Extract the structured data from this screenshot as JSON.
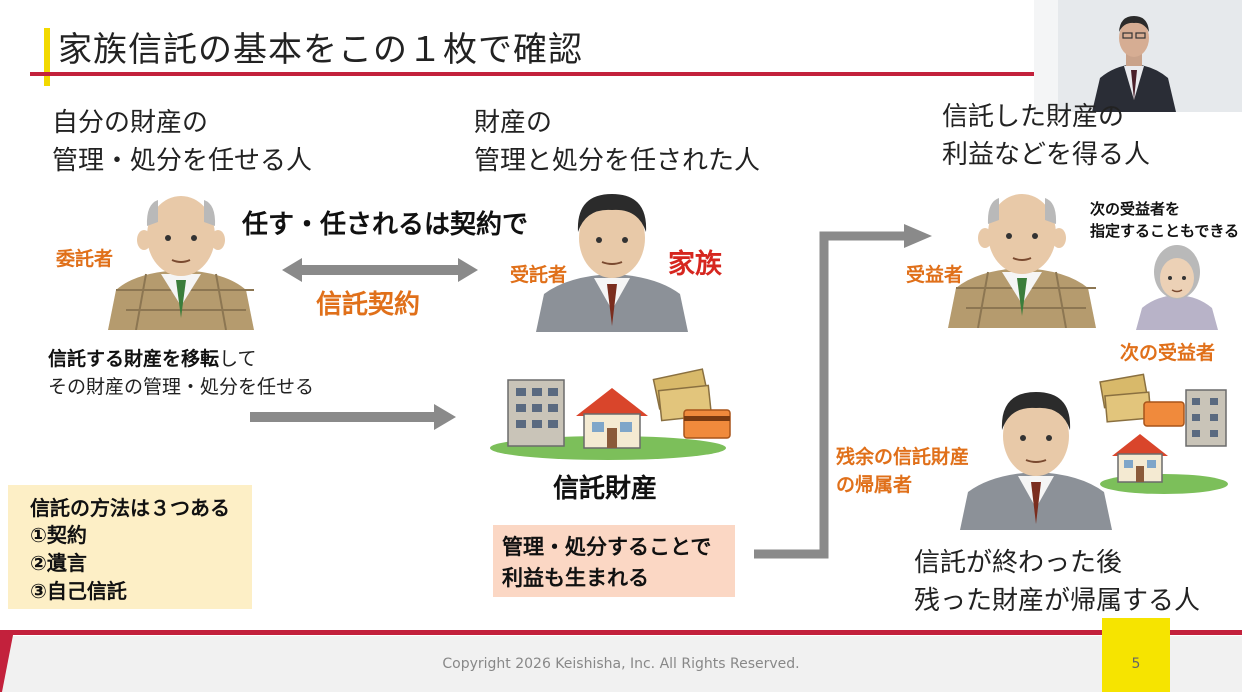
{
  "slide": {
    "title": "家族信託の基本をこの１枚で確認",
    "settlor": {
      "desc_line1": "自分の財産の",
      "desc_line2": "管理・処分を任せる人",
      "role": "委託者"
    },
    "trustee": {
      "desc_line1": "財産の",
      "desc_line2": "管理と処分を任された人",
      "role": "受託者",
      "tag": "家族"
    },
    "contract": {
      "heading": "任す・任されるは契約で",
      "label": "信託契約"
    },
    "transfer": {
      "line1_bold": "信託する財産を移転",
      "line1_rest": "して",
      "line2": "その財産の管理・処分を任せる"
    },
    "property": {
      "label": "信託財産"
    },
    "beneficiary": {
      "desc_line1": "信託した財産の",
      "desc_line2": "利益などを得る人",
      "role": "受益者",
      "next_note_line1": "次の受益者を",
      "next_note_line2": "指定することもできる",
      "next_label": "次の受益者"
    },
    "residual": {
      "label_line1": "残余の信託財産",
      "label_line2": "の帰属者",
      "desc_line1": "信託が終わった後",
      "desc_line2": "残った財産が帰属する人"
    },
    "methods": {
      "heading": "信託の方法は３つある",
      "items": [
        "①契約",
        "②遺言",
        "③自己信託"
      ]
    },
    "benefit": {
      "line1": "管理・処分することで",
      "line2": "利益も生まれる"
    },
    "footer": {
      "copyright": "Copyright 2026 Keishisha, Inc. All Rights Reserved.",
      "page": "5"
    }
  },
  "colors": {
    "accent_red": "#c3213c",
    "accent_yellow": "#f2d900",
    "role_orange": "#e0701a",
    "tag_red": "#d6261f",
    "contract_orange": "#e0701a",
    "arrow_gray": "#8a8a8a"
  }
}
